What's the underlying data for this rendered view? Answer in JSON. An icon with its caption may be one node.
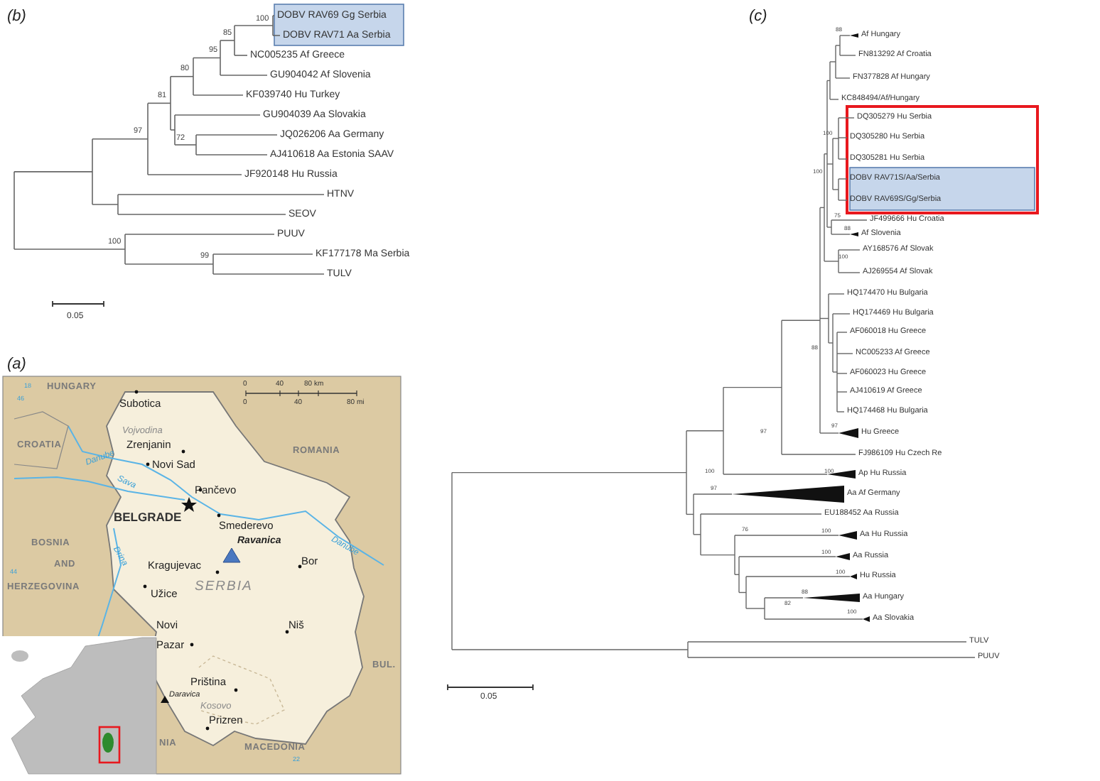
{
  "diagram": {
    "labels": [
      "(b)",
      "100",
      "DOBV RAV69 Gg Serbia",
      "85",
      "DOBV RAV71 Aa Serbia",
      "95",
      "NC005235 Af Greece",
      "80",
      "GU904042 Af Slovenia",
      "81",
      "KF039740 Hu Turkey",
      "97",
      "GU904039 Aa Slovakia",
      "JQ026206 Aa Germany",
      "72",
      "AJ410618 Aa Estonia SAAV",
      "JF920148 Hu Russia",
      "HTNV",
      "SEOV",
      "PUUV",
      "100",
      "99",
      "KF177178 Ma Serbia",
      "TULV",
      "0.05",
      "(a)",
      "HUNGARY",
      "18",
      "0",
      "40",
      "80 km",
      "46",
      "0",
      "40",
      "80 mi",
      "Subotica",
      "Vojvodina",
      "CROATIA",
      "Zrenjanin",
      "ROMANIA",
      "Danube",
      "Novi Sad",
      "Sava",
      "Pančevo",
      "BELGRADE",
      "Smederevo",
      "BOSNIA",
      "Ravanica",
      "Danube",
      "Drina",
      "AND",
      "Bor",
      "Kragujevac",
      "44",
      "HERZEGOVINA",
      "SERBIA",
      "Užice",
      "Novi Pazar",
      "Niš",
      "BUL.",
      "Priština",
      "Daravica",
      "Kosovo",
      "Prizren",
      "NIA",
      "MACEDONIA",
      "22",
      "(c)",
      "88",
      "Af Hungary",
      "FN813292 Af Croatia",
      "FN377828 Af Hungary",
      "KC848494/Af/Hungary",
      "DQ305279 Hu Serbia",
      "100",
      "DQ305280 Hu Serbia",
      "DQ305281 Hu Serbia",
      "100",
      "DOBV RAV71S/Aa/Serbia",
      "DOBV RAV69S/Gg/Serbia",
      "75",
      "JF499666 Hu Croatia",
      "88",
      "Af Slovenia",
      "100",
      "AY168576 Af Slovak",
      "AJ269554 Af Slovak",
      "HQ174470 Hu Bulgaria",
      "HQ174469 Hu Bulgaria",
      "AF060018 Hu Greece",
      "88",
      "NC005233 Af Greece",
      "AF060023 Hu Greece",
      "AJ410619 Af Greece",
      "HQ174468 Hu Bulgaria",
      "97",
      "97",
      "Hu Greece",
      "FJ986109 Hu Czech Re",
      "100",
      "100",
      "Ap Hu Russia",
      "97",
      "Aa Af Germany",
      "EU188452 Aa Russia",
      "76",
      "100",
      "Aa Hu Russia",
      "100",
      "Aa Russia",
      "100",
      "Hu Russia",
      "88",
      "Aa Hungary",
      "82",
      "100",
      "Aa Slovakia",
      "TULV",
      "PUUV",
      "0.05"
    ]
  }
}
